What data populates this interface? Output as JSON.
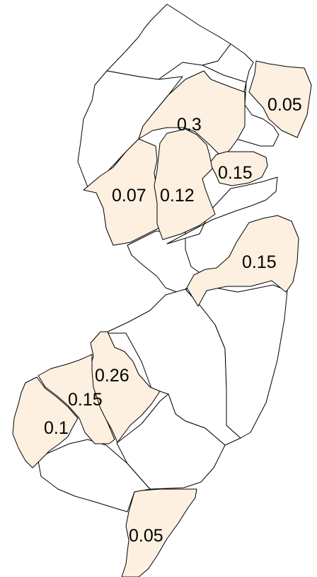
{
  "map": {
    "highlight_color": "#fdf0e0",
    "border_color": "#000000",
    "background_color": "#ffffff",
    "counties": [
      {
        "id": "north-east-1",
        "value": "0.05",
        "highlighted": true
      },
      {
        "id": "north-central-1",
        "value": "0.3",
        "highlighted": true
      },
      {
        "id": "north-central-2",
        "value": "0.15",
        "highlighted": true
      },
      {
        "id": "west-central-1",
        "value": "0.07",
        "highlighted": true
      },
      {
        "id": "west-central-2",
        "value": "0.12",
        "highlighted": true
      },
      {
        "id": "east-shore-1",
        "value": "0.15",
        "highlighted": true
      },
      {
        "id": "south-west-1",
        "value": "0.26",
        "highlighted": true
      },
      {
        "id": "south-west-2",
        "value": "0.15",
        "highlighted": true
      },
      {
        "id": "south-west-3",
        "value": "0.1",
        "highlighted": true
      },
      {
        "id": "south-tip",
        "value": "0.05",
        "highlighted": true
      }
    ]
  }
}
